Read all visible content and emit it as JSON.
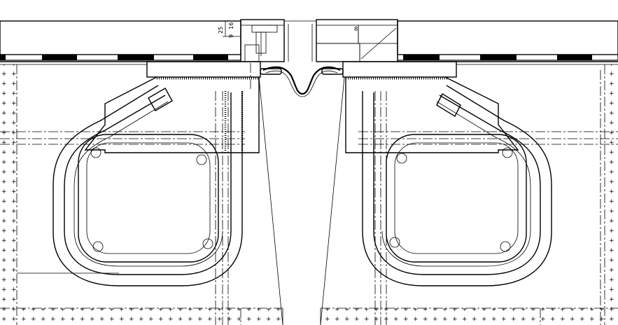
{
  "drawing": {
    "type": "expansion joint cross-section",
    "dimensions": [
      "25",
      "9",
      "16",
      "8"
    ],
    "colors": {
      "line": "#000000",
      "background": "#ffffff"
    }
  }
}
